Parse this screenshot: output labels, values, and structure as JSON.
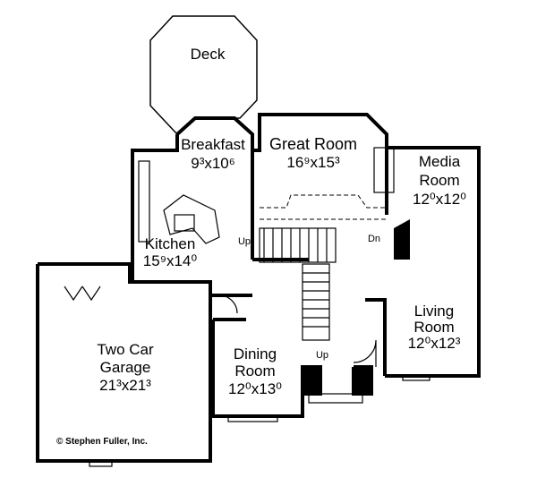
{
  "rooms": {
    "deck": {
      "name": "Deck"
    },
    "breakfast": {
      "name": "Breakfast",
      "size": "9³x10⁶"
    },
    "great_room": {
      "name": "Great Room",
      "size": "16⁹x15³"
    },
    "media_room": {
      "name_line1": "Media",
      "name_line2": "Room",
      "size": "12⁰x12⁰"
    },
    "kitchen": {
      "name": "Kitchen",
      "size": "15⁹x14⁰"
    },
    "garage": {
      "name_line1": "Two Car",
      "name_line2": "Garage",
      "size": "21³x21³"
    },
    "dining_room": {
      "name_line1": "Dining",
      "name_line2": "Room",
      "size": "12⁰x13⁰"
    },
    "living_room": {
      "name_line1": "Living",
      "name_line2": "Room",
      "size": "12⁰x12³"
    }
  },
  "stairs": {
    "up_kitchen": "Up",
    "down": "Dn",
    "up_foyer": "Up"
  },
  "copyright": "© Stephen Fuller, Inc."
}
